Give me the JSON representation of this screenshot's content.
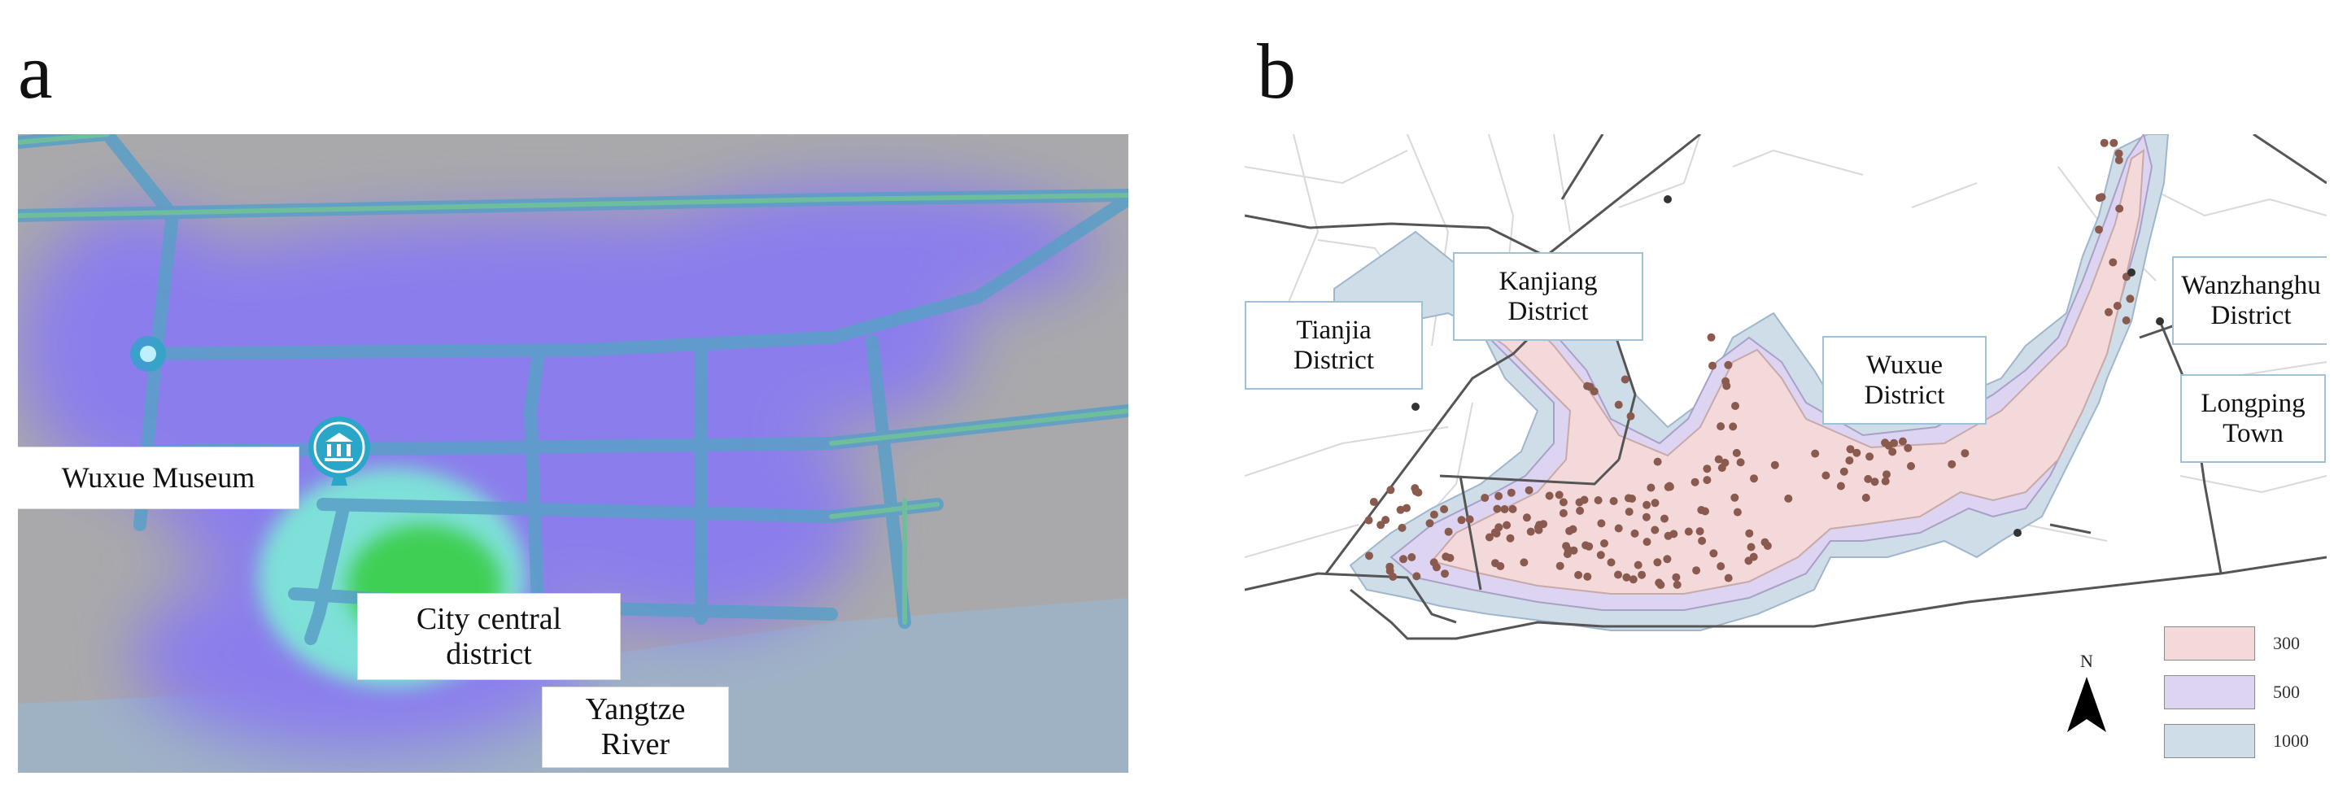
{
  "panels": {
    "a": {
      "letter": "a",
      "labels": {
        "museum": "Wuxue Museum",
        "city_central_1": "City central",
        "city_central_2": "district",
        "yangtze_1": "Yangtze",
        "yangtze_2": "River"
      },
      "icons": [
        "museum-icon",
        "poi-marker-icon"
      ],
      "colors": {
        "background": "#a9a9ab",
        "river": "#9fb2c4",
        "road_outer": "#5a9fc7",
        "road_inner": "#6fbf9a",
        "heat_low": "#8a7cf0",
        "heat_mid": "#7ee0d8",
        "heat_high": "#3fcf55",
        "marker": "#2aa6c8"
      }
    },
    "b": {
      "letter": "b",
      "labels": {
        "tianjia_1": "Tianjia",
        "tianjia_2": "District",
        "kanjiang_1": "Kanjiang",
        "kanjiang_2": "District",
        "wuxue_1": "Wuxue",
        "wuxue_2": "District",
        "wanzhanghu_1": "Wanzhanghu",
        "wanzhanghu_2": "District",
        "longping_1": "Longping",
        "longping_2": "Town"
      },
      "legend": [
        {
          "label": "300",
          "color": "#f3d9d9"
        },
        {
          "label": "500",
          "color": "#dcd4f0"
        },
        {
          "label": "1000",
          "color": "#cfdde9"
        }
      ],
      "north_label": "N",
      "icons": [
        "north-arrow-icon"
      ],
      "colors": {
        "boundary": "#555555",
        "dot": "#8a5a4e"
      }
    }
  }
}
